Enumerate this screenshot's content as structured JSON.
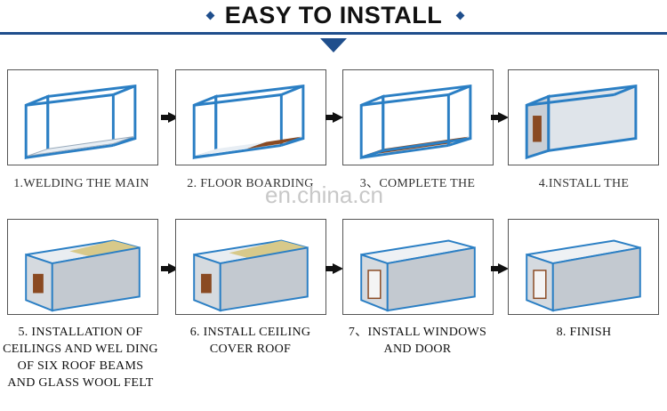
{
  "header": {
    "title": "EASY TO INSTALL",
    "accent_color": "#1f4e8c"
  },
  "steps": [
    {
      "label": "1.WELDING THE MAIN",
      "icon": "container-frame-icon"
    },
    {
      "label": "2. FLOOR BOARDING",
      "icon": "container-floor-icon"
    },
    {
      "label": "3、COMPLETE THE",
      "icon": "container-floor-complete-icon"
    },
    {
      "label": "4.INSTALL THE",
      "icon": "container-walls-icon"
    },
    {
      "label": "5. INSTALLATION OF CEILINGS AND WEL DING OF SIX ROOF BEAMS AND GLASS WOOL FELT",
      "icon": "container-ceiling-icon"
    },
    {
      "label": "6. INSTALL CEILING COVER ROOF",
      "icon": "container-roof-icon"
    },
    {
      "label": "7、INSTALL WINDOWS AND DOOR",
      "icon": "container-windows-icon"
    },
    {
      "label": "8. FINISH",
      "icon": "container-finished-icon"
    }
  ],
  "watermark": "en.china.cn"
}
